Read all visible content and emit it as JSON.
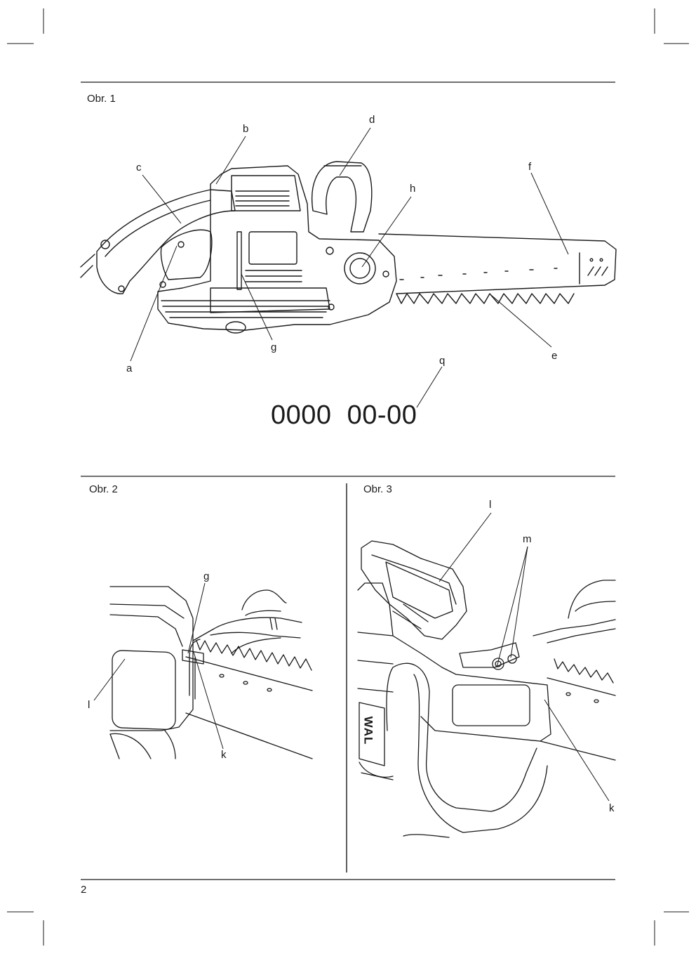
{
  "figures": [
    {
      "title": "Obr. 1",
      "callouts": [
        "a",
        "b",
        "c",
        "d",
        "e",
        "f",
        "g",
        "h",
        "q"
      ],
      "serial": "0000  00-00"
    },
    {
      "title": "Obr. 2",
      "callouts": [
        "g",
        "l",
        "k"
      ]
    },
    {
      "title": "Obr. 3",
      "callouts": [
        "l",
        "m",
        "k"
      ],
      "bar_lettering": "WAL"
    }
  ],
  "page_number": "2",
  "colors": {
    "ink": "#1a1a1a",
    "paper": "#ffffff"
  }
}
